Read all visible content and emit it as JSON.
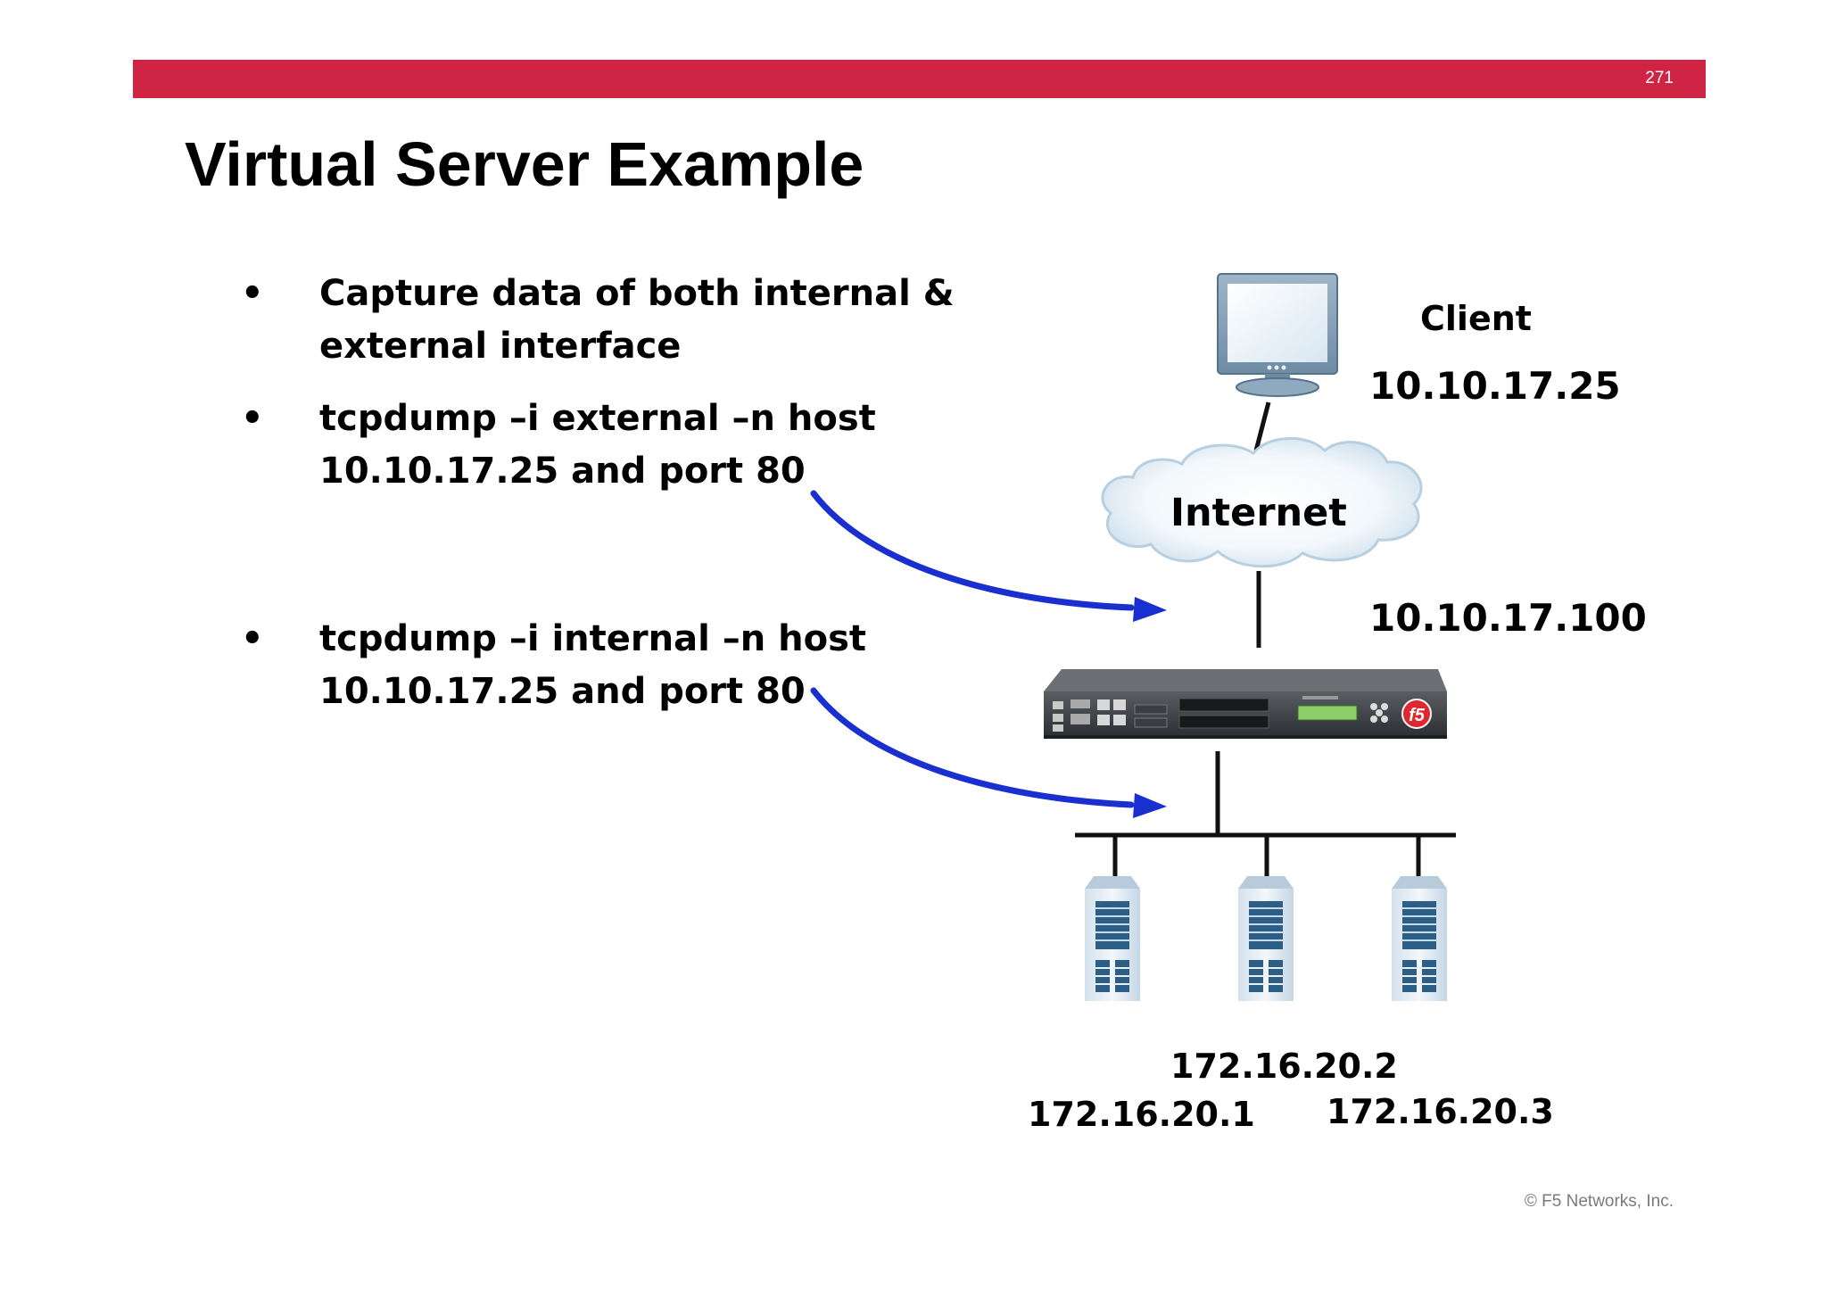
{
  "header": {
    "page_number": "271",
    "bar_color": "#cf2443"
  },
  "title": "Virtual Server Example",
  "bullets": [
    {
      "text": "Capture data of both internal & external interface"
    },
    {
      "text": "tcpdump –i external –n host 10.10.17.25 and port 80"
    },
    {
      "text": "tcpdump –i internal –n host 10.10.17.25 and port 80"
    }
  ],
  "diagram": {
    "client_label": "Client",
    "client_ip": "10.10.17.25",
    "cloud_label": "Internet",
    "virtual_server_ip": "10.10.17.100",
    "servers": [
      {
        "ip": "172.16.20.1"
      },
      {
        "ip": "172.16.20.2"
      },
      {
        "ip": "172.16.20.3"
      }
    ],
    "arrow_color": "#1a2fd0",
    "device_logo_text": "f5"
  },
  "footer": {
    "copyright": "© F5 Networks, Inc."
  }
}
